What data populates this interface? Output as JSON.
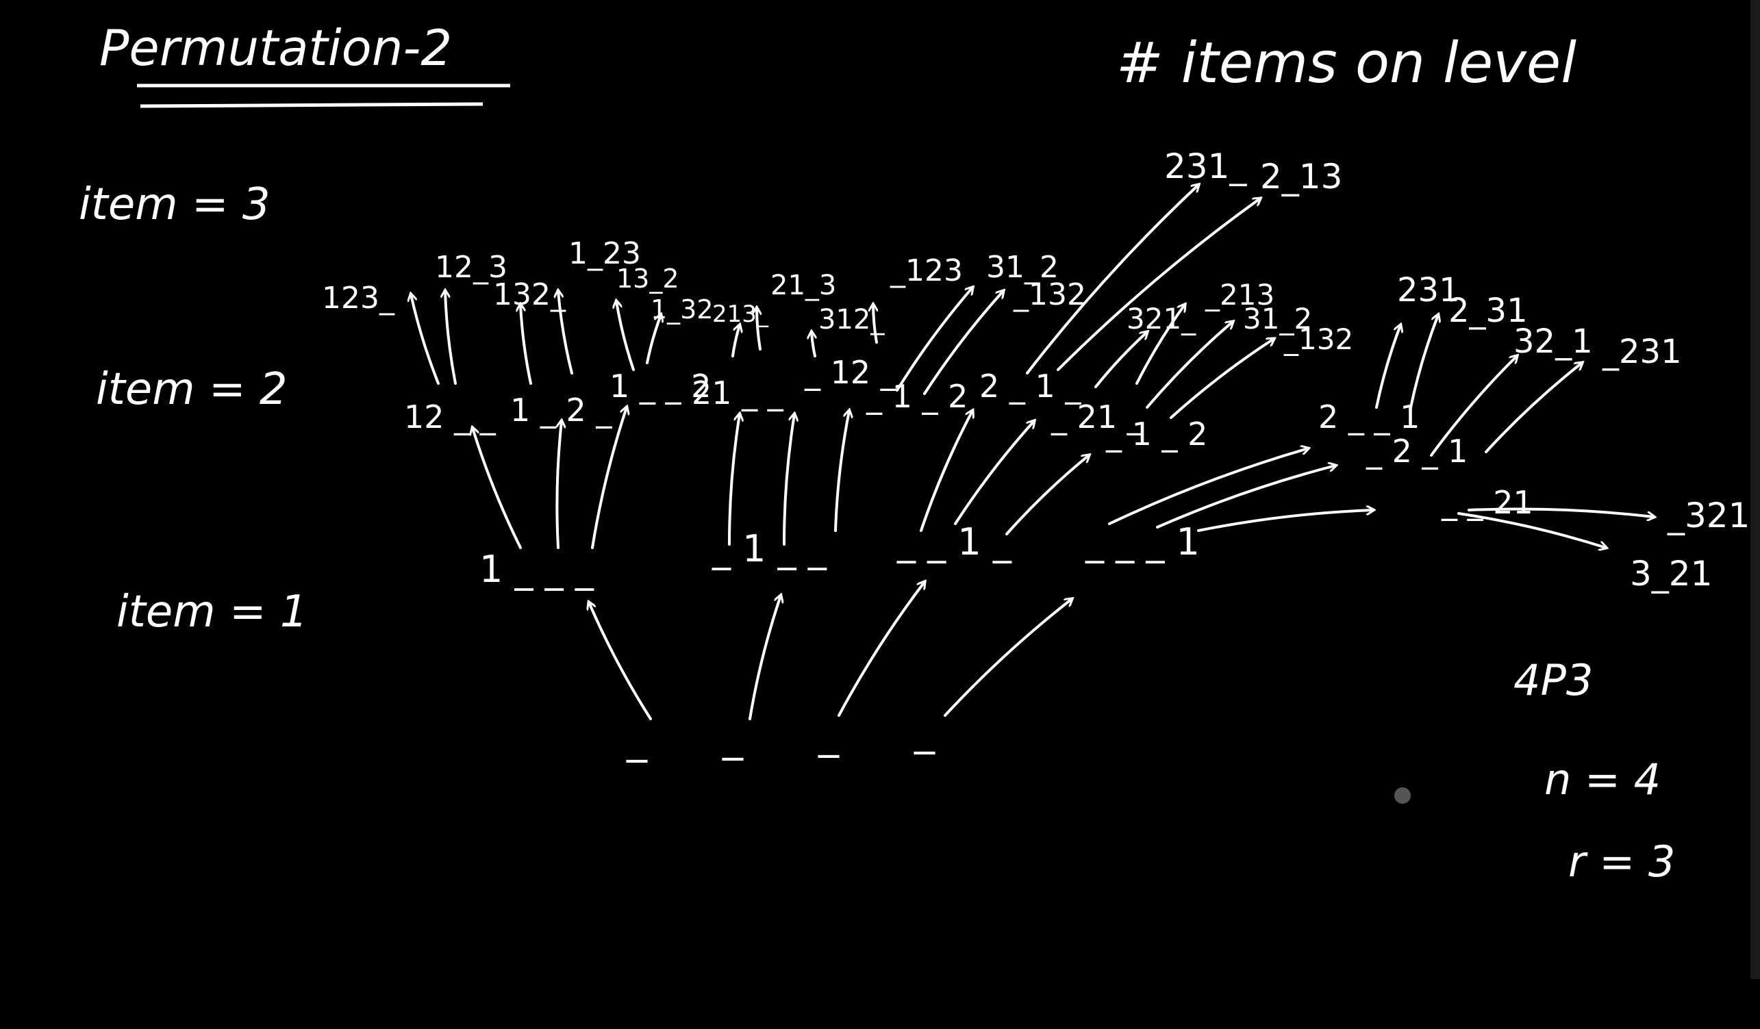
{
  "title": "Permutation-2",
  "header_right": "# items on level",
  "levels": [
    {
      "label": "item = 3"
    },
    {
      "label": "item = 2"
    },
    {
      "label": "item = 1"
    }
  ],
  "slots": [
    "_",
    "_",
    "_",
    "_"
  ],
  "level1": [
    "1 _ _ _",
    "_ 1 _ _",
    "_ _ 1 _",
    "_ _ _ 1"
  ],
  "level2": [
    "12 _ _",
    "1 _ 2 _",
    "1 _ _ 2",
    "21 _ _",
    "_ 12 _",
    "_ 1 _ 2",
    "2 _ 1 _",
    "_ 21 _",
    "_ 1 _ 2",
    "2 _ _ 1",
    "_ 2 _ 1",
    "_ _ 21"
  ],
  "level3": [
    "123_",
    "12_3",
    "132_",
    "1_23",
    "13_2",
    "1_32",
    "213_",
    "21_3",
    "312_",
    "_123",
    "31_2",
    "_132",
    "231_",
    "2_13",
    "321_",
    "_213",
    "31_2",
    "_132",
    "231",
    "2_31",
    "32_1",
    "_231",
    "_321",
    "3_21"
  ],
  "formula": {
    "npr": "4P3",
    "n": "n = 4",
    "r": "r = 3"
  },
  "colors": {
    "title": "#ffffff",
    "label": "#9be86a",
    "level1": "#ff6a3d",
    "level2": "#ff6f9a",
    "level3": "#f2ee3a",
    "arrow": "#ffffff",
    "formula": "#ff6f9a"
  }
}
